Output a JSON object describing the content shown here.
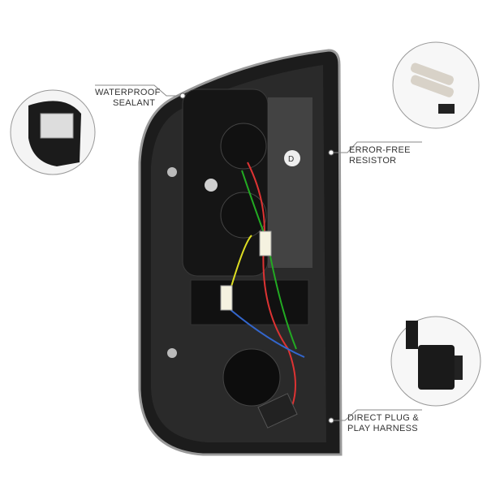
{
  "callouts": {
    "sealant": {
      "line1": "WATERPROOF",
      "line2": "SEALANT"
    },
    "resistor": {
      "line1": "ERROR-FREE",
      "line2": "RESISTOR"
    },
    "harness": {
      "line1": "DIRECT PLUG &",
      "line2": "PLAY HARNESS"
    }
  },
  "colors": {
    "housing": "#1a1a1a",
    "chrome": "#bfbfbf",
    "line": "#888888"
  }
}
